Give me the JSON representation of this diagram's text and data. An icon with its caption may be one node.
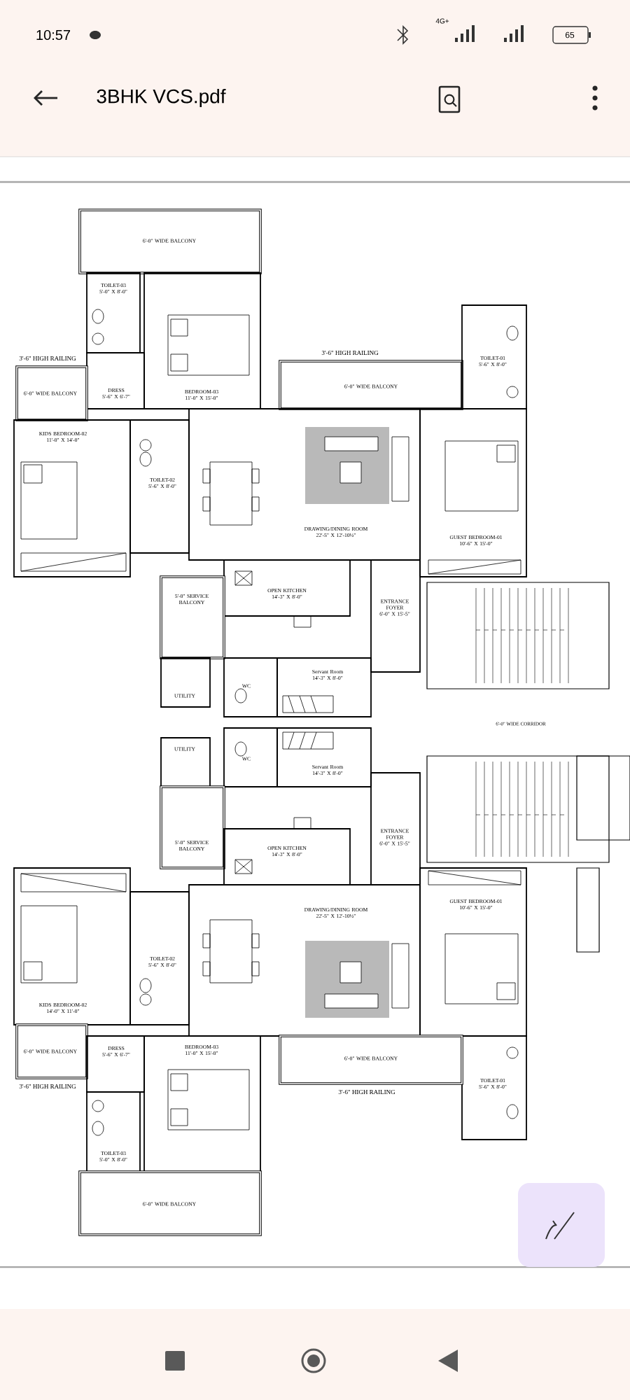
{
  "diagram": {
    "nodes": [
      {
        "text": [
          "6'-0\" WIDE BALCONY"
        ]
      },
      {
        "text": [
          "TOILET-03",
          "5'-0\" X 8'-0\""
        ]
      },
      {
        "text": [
          "DRESS",
          "5'-6\" X 6'-7\""
        ]
      },
      {
        "text": [
          "BEDROOM-03",
          "11'-0\" X 15'-0\""
        ]
      },
      {
        "text": [
          "6'-0\" WIDE BALCONY"
        ]
      },
      {
        "text": [
          "TOILET-01",
          "5'-6\" X 8'-0\""
        ]
      },
      {
        "text": [
          "6'-0\" WIDE BALCONY"
        ]
      },
      {
        "text": [
          "KIDS BEDROOM-02",
          "11'-0\" X 14'-0\""
        ]
      },
      {
        "text": [
          "TOILET-02",
          "5'-6\" X 8'-0\""
        ]
      },
      {
        "text": [
          "DRAWING/DINING ROOM",
          "22'-5\" X 12'-10½\""
        ]
      },
      {
        "text": [
          "GUEST BEDROOM-01",
          "10'-6\" X 15'-0\""
        ]
      },
      {
        "text": [
          "OPEN KITCHEN",
          "14'-3\" X 8'-0\""
        ]
      },
      {
        "text": [
          "ENTRANCE FOYER",
          "6'-0\" X 15'-5\""
        ]
      },
      {
        "text": [
          "5'-0\" SERVICE BALCONY"
        ]
      },
      {
        "text": [
          "UTILITY"
        ]
      },
      {
        "text": [
          "WC"
        ]
      },
      {
        "text": [
          "Servant Room",
          "14'-3\" X 8'-0\""
        ]
      },
      {
        "text": [
          "Servant Room",
          "14'-3\" X 8'-0\""
        ]
      },
      {
        "text": [
          "WC"
        ]
      },
      {
        "text": [
          "UTILITY"
        ]
      },
      {
        "text": [
          "5'-0\" SERVICE BALCONY"
        ]
      },
      {
        "text": [
          "ENTRANCE FOYER",
          "6'-0\" X 15'-5\""
        ]
      },
      {
        "text": [
          "OPEN KITCHEN",
          "14'-3\" X 8'-0\""
        ]
      },
      {
        "text": [
          "GUEST BEDROOM-01",
          "10'-6\" X 15'-0\""
        ]
      },
      {
        "text": [
          "DRAWING/DINING ROOM",
          "22'-5\" X 12'-10½\""
        ]
      },
      {
        "text": [
          "TOILET-02",
          "5'-6\" X 8'-0\""
        ]
      },
      {
        "text": [
          "KIDS BEDROOM-02",
          "14'-0\" X 11'-0\""
        ]
      },
      {
        "text": [
          "6'-0\" WIDE BALCONY"
        ]
      },
      {
        "text": [
          "TOILET-01",
          "5'-6\" X 8'-0\""
        ]
      },
      {
        "text": [
          "6'-0\" WIDE BALCONY"
        ]
      },
      {
        "text": [
          "BEDROOM-03",
          "11'-0\" X 15'-0\""
        ]
      },
      {
        "text": [
          "DRESS",
          "5'-6\" X 6'-7\""
        ]
      },
      {
        "text": [
          "TOILET-03",
          "5'-0\" X 8'-0\""
        ]
      },
      {
        "text": [
          "6'-0\" WIDE BALCONY"
        ]
      }
    ],
    "labels": [
      "10:57",
      "4G+",
      "65",
      "3BHK VCS.pdf",
      "3'-6\" HIGH RAILING",
      "3'-6\" HIGH RAILING",
      "6'-0\" WIDE CORRIDOR",
      "3'-6\" HIGH RAILING",
      "3'-6\" HIGH RAILING"
    ]
  }
}
